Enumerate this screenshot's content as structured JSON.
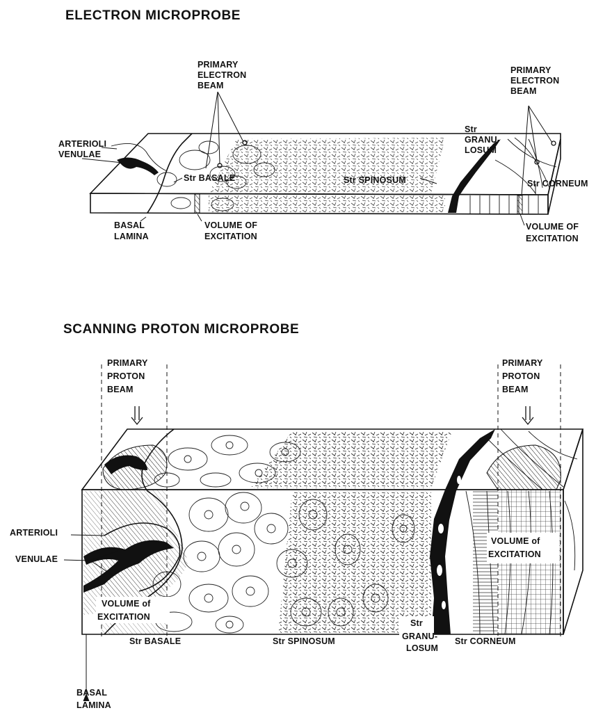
{
  "electron_panel": {
    "title": "ELECTRON MICROPROBE",
    "labels": {
      "beam_left": [
        "PRIMARY",
        "ELECTRON",
        "BEAM"
      ],
      "beam_right": [
        "PRIMARY",
        "ELECTRON",
        "BEAM"
      ],
      "vessels": [
        "ARTERIOLI",
        "VENULAE"
      ],
      "basale": "Str BASALE",
      "spinosum": "Str SPINOSUM",
      "granulosum": [
        "Str",
        "GRANU-",
        "LOSUM"
      ],
      "corneum": "Str CORNEUM",
      "basal_lamina": [
        "BASAL",
        "LAMINA"
      ],
      "volume_left": [
        "VOLUME OF",
        "EXCITATION"
      ],
      "volume_right": [
        "VOLUME OF",
        "EXCITATION"
      ]
    }
  },
  "proton_panel": {
    "title": "SCANNING PROTON MICROPROBE",
    "labels": {
      "beam_left": [
        "PRIMARY",
        "PROTON",
        "BEAM"
      ],
      "beam_right": [
        "PRIMARY",
        "PROTON",
        "BEAM"
      ],
      "arterioli": "ARTERIOLI",
      "venulae": "VENULAE",
      "volume_left": [
        "VOLUME of",
        "EXCITATION"
      ],
      "volume_right": [
        "VOLUME of",
        "EXCITATION"
      ],
      "basale": "Str BASALE",
      "spinosum": "Str SPINOSUM",
      "granulosum": [
        "Str",
        "GRANU-",
        "LOSUM"
      ],
      "corneum": "Str CORNEUM",
      "basal_lamina": [
        "BASAL",
        "LAMINA"
      ]
    }
  }
}
